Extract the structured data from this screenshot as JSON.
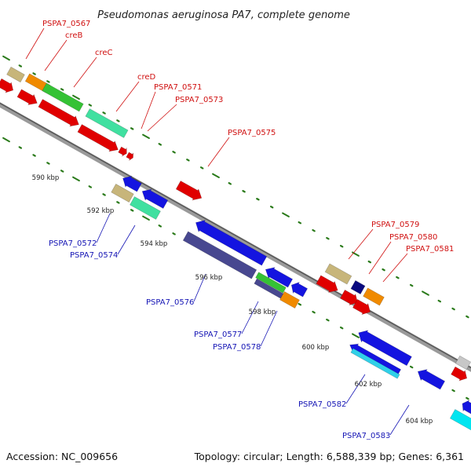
{
  "title": "Pseudomonas aeruginosa PA7, complete genome",
  "footer": {
    "accession": "Accession: NC_009656",
    "summary": "Topology: circular; Length: 6,588,339 bp; Genes: 6,361"
  },
  "colors": {
    "backbone": "#8c8c8c",
    "tick": "#2a7a1a",
    "forward_label": "#d01010",
    "reverse_label": "#1515b5"
  },
  "kbp_labels": [
    "590 kbp",
    "592 kbp",
    "594 kbp",
    "596 kbp",
    "598 kbp",
    "600 kbp",
    "602 kbp",
    "604 kbp"
  ],
  "forward_labels": [
    "PSPA7_0567",
    "creB",
    "creC",
    "creD",
    "PSPA7_0571",
    "PSPA7_0573",
    "PSPA7_0575",
    "PSPA7_0579",
    "PSPA7_0580",
    "PSPA7_0581"
  ],
  "reverse_labels": [
    "PSPA7_0572",
    "PSPA7_0574",
    "PSPA7_0576",
    "PSPA7_0577",
    "PSPA7_0578",
    "PSPA7_0582",
    "PSPA7_0583"
  ]
}
